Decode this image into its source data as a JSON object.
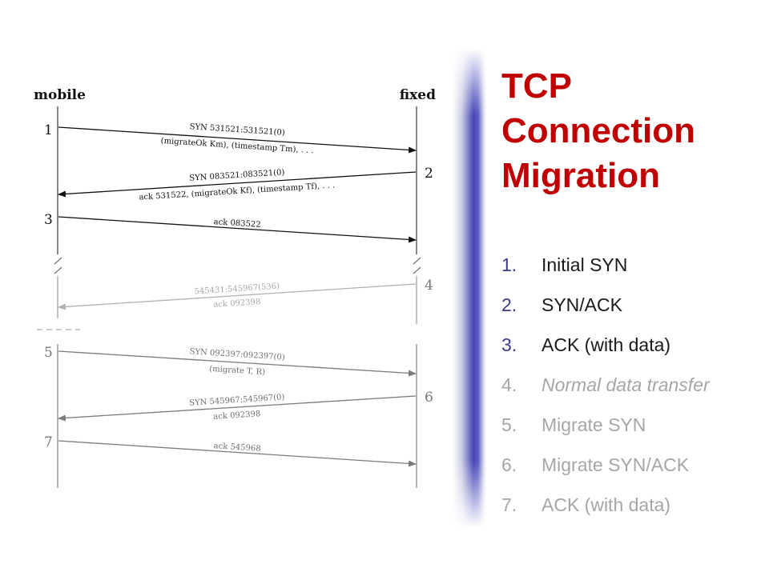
{
  "title_lines": [
    "TCP",
    "Connection",
    "Migration"
  ],
  "colors": {
    "title": "#c00000",
    "active_step": "#1a1a1a",
    "active_number": "#3b3b8f",
    "inactive_step": "#a6a6a6",
    "bar": "#4545b8"
  },
  "steps": [
    {
      "number": "1.",
      "label": "Initial SYN",
      "active": true,
      "italic": false
    },
    {
      "number": "2.",
      "label": "SYN/ACK",
      "active": true,
      "italic": false
    },
    {
      "number": "3.",
      "label": "ACK (with data)",
      "active": true,
      "italic": false
    },
    {
      "number": "4.",
      "label": "Normal data transfer",
      "active": false,
      "italic": true
    },
    {
      "number": "5.",
      "label": "Migrate SYN",
      "active": false,
      "italic": false
    },
    {
      "number": "6.",
      "label": "Migrate SYN/ACK",
      "active": false,
      "italic": false
    },
    {
      "number": "7.",
      "label": "ACK (with data)",
      "active": false,
      "italic": false
    }
  ],
  "diagram": {
    "left_label": "mobile",
    "right_label": "fixed",
    "step_numbers": [
      "1",
      "2",
      "3",
      "4",
      "5",
      "6",
      "7"
    ],
    "messages": [
      {
        "line1": "SYN 531521:531521(0)",
        "line2": "(migrateOk Km), (timestamp Tm), . . .",
        "direction": "to-fixed",
        "emphasis": "dark"
      },
      {
        "line1": "SYN 083521:083521(0)",
        "line2": "ack 531522, (migrateOk Kf), (timestamp Tf), . . .",
        "direction": "to-mobile",
        "emphasis": "dark"
      },
      {
        "line1": "ack 083522",
        "line2": "",
        "direction": "to-fixed",
        "emphasis": "dark"
      },
      {
        "line1": "545431:545967(536)",
        "line2": "ack 092398",
        "direction": "to-mobile",
        "emphasis": "faded"
      },
      {
        "line1": "SYN 092397:092397(0)",
        "line2": "(migrate T, R)",
        "direction": "to-fixed",
        "emphasis": "gray"
      },
      {
        "line1": "SYN 545967:545967(0)",
        "line2": "ack 092398",
        "direction": "to-mobile",
        "emphasis": "gray"
      },
      {
        "line1": "ack 545968",
        "line2": "",
        "direction": "to-fixed",
        "emphasis": "gray"
      }
    ]
  }
}
